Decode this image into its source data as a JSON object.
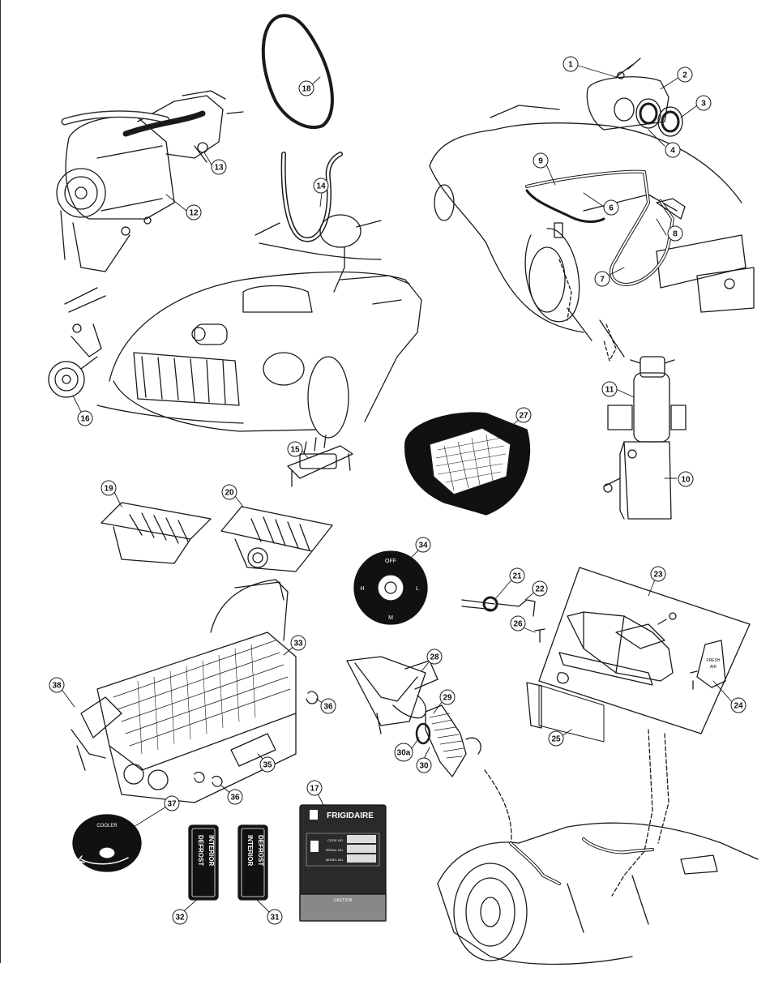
{
  "callouts": [
    {
      "num": "1"
    },
    {
      "num": "2"
    },
    {
      "num": "3"
    },
    {
      "num": "4"
    },
    {
      "num": "6"
    },
    {
      "num": "7"
    },
    {
      "num": "8"
    },
    {
      "num": "9"
    },
    {
      "num": "10"
    },
    {
      "num": "11"
    },
    {
      "num": "12"
    },
    {
      "num": "13"
    },
    {
      "num": "14"
    },
    {
      "num": "15"
    },
    {
      "num": "16"
    },
    {
      "num": "17"
    },
    {
      "num": "18"
    },
    {
      "num": "19"
    },
    {
      "num": "20"
    },
    {
      "num": "21"
    },
    {
      "num": "22"
    },
    {
      "num": "23"
    },
    {
      "num": "24"
    },
    {
      "num": "25"
    },
    {
      "num": "26"
    },
    {
      "num": "27"
    },
    {
      "num": "28"
    },
    {
      "num": "29"
    },
    {
      "num": "30a"
    },
    {
      "num": "30"
    },
    {
      "num": "31"
    },
    {
      "num": "32"
    },
    {
      "num": "33"
    },
    {
      "num": "34"
    },
    {
      "num": "35"
    },
    {
      "num": "36"
    },
    {
      "num": "36"
    },
    {
      "num": "37"
    },
    {
      "num": "38"
    }
  ],
  "switch_knob": {
    "top": "OFF",
    "left": "H",
    "right": "L",
    "bottom": "M"
  },
  "cooler_disc": {
    "label": "COOLER"
  },
  "decal_defrost": {
    "left_col": "DEFROST",
    "right_col": "INTERIOR"
  },
  "decal_interior": {
    "left_col": "INTERIOR",
    "right_col": "DEFROST"
  },
  "frigidaire_plate": {
    "brand": "FRIGIDAIRE",
    "rows": [
      {
        "label": "CODE NO.",
        "value": ""
      },
      {
        "label": "SERIAL NO.",
        "value": ""
      },
      {
        "label": "MODEL NO.",
        "value": ""
      }
    ],
    "caution": "CAUTION"
  },
  "fresh_air_button": {
    "line1": "FRESH",
    "line2": "AIR"
  },
  "colors": {
    "ink": "#1a1a1a",
    "paper": "#ffffff",
    "plate": "#2a2a2a",
    "foam": "#111111"
  }
}
